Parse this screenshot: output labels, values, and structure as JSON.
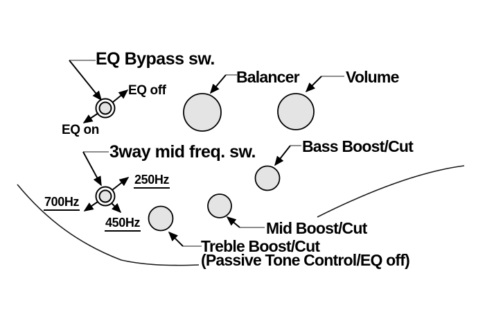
{
  "diagram": {
    "description": "Bass guitar control layout diagram",
    "labels": {
      "eq_bypass": "EQ Bypass sw.",
      "eq_off": "EQ off",
      "eq_on": "EQ on",
      "balancer": "Balancer",
      "volume": "Volume",
      "three_way": "3way mid freq. sw.",
      "freq_250": "250Hz",
      "freq_700": "700Hz",
      "freq_450": "450Hz",
      "bass": "Bass Boost/Cut",
      "mid": "Mid Boost/Cut",
      "treble": "Treble Boost/Cut",
      "treble_note": "(Passive Tone Control/EQ off)"
    },
    "colors": {
      "background": "#ffffff",
      "knob_fill": "#e4e4e4",
      "outline": "#000000",
      "leader_stub": "#8c8c8c"
    }
  }
}
